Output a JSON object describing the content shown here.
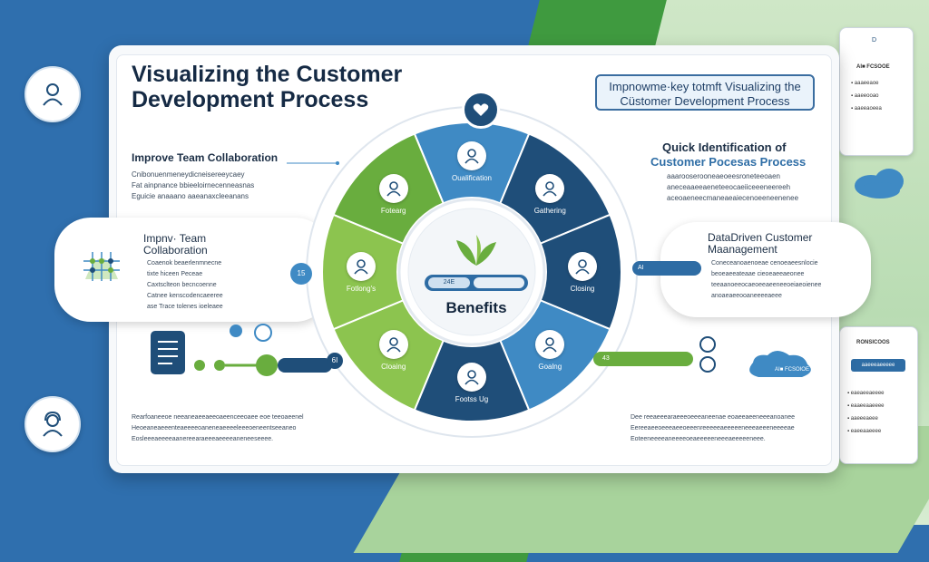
{
  "title": "Visualizing the Customer Development Process",
  "left_heading": "Improve Team Collaboration",
  "left_desc": [
    "Cnibonuenmeneydicneisereeycaey",
    "Fat ainpnance bbieeloirnecenneasnas",
    "Eguicie anaaano aaeanaxcleeanans"
  ],
  "pill_left": {
    "title_line1": "Impnv·  Team",
    "title_line2": "Collaboration",
    "lines": [
      "Coaenok beaerlenmnecne",
      "tixte hiceen Peceae",
      "Caxtsclteon becncoenne",
      "Catnee kenscodencaeeree",
      "ase Trace tolenes ioeleaee"
    ]
  },
  "callout": "Impnowme·key totmft Visualizing the Cüstomer Development Process",
  "right_heading_line1": "Quick Identification of",
  "right_heading_line2": "Customer Pocesas Process",
  "right_desc": [
    "aaarooserooneaeoeesroneteeoaen",
    "aneceaaeeaeneteeocaeiiceeeneereeh",
    "aceoaeneecmaneaeaiecenoeeneenenee"
  ],
  "pill_right": {
    "title_line1": "DataDriven Customer",
    "title_line2": "Maanagement",
    "lines": [
      "Coneceanoaenoeae cenoeaeesnlocie",
      "beoeaeeateaae cieoeaeeaeonee",
      "teeaanoeeocaeoeeaeeneeoeiaeoienee",
      "anoaeaeeooaneeeeaeee"
    ]
  },
  "benefits": {
    "label": "Benefits",
    "chip": "24E"
  },
  "segments": [
    "Oualification",
    "Gathering",
    "Closing",
    "Goalng",
    "Footss Ug",
    "Cloaing",
    "Fotlong's",
    "Fotearg"
  ],
  "connector_left_label": "6I",
  "connector_right_label": "43",
  "badge_left": "15",
  "badge_right": "AI",
  "bottom_left_text": [
    "Rearfoaneeoe neeaneaeeaeeoaeenceeoaee eoe teeoaeenel",
    "Heoeaneaeeenteaeeeeoaneneaeeeeleeeoeneentseeaneo",
    "Eosleeeaeeeeaanereearaeeeaeeeeaneneeseeee."
  ],
  "bottom_right_text": [
    "Dee reeaeeearaeeeoeeeaneenae eoaeeaeeneeeanoanee",
    "Eereeaeeoeeeaeeoeeenreeeeeaeeeeeneeeaeeeneeeeae",
    "Eoteeneeeeaneeeeoeaeeeeeneeeaeeeeeneee."
  ],
  "cloud_label": "AI■ FCSOIOE",
  "device_top": {
    "title": "AI■ FCSOOE",
    "rows": [
      "▪ aaaeeaoe",
      "▪ aaeeooao",
      "▪ aaeeaoeea"
    ]
  },
  "device_bottom": {
    "title": "RONSICOOS",
    "button": "aaeeeaeeeee",
    "rows": [
      "▪ eaeaeeaeeee",
      "▪ eaaeeaaeeee",
      "▪ aaeeeaeee",
      "▪ eaeeaaeeee"
    ]
  },
  "colors": {
    "navy": "#1f4e79",
    "blue": "#3f8ac4",
    "green": "#69ad3e",
    "light_green": "#8cc44f"
  },
  "icons": [
    "person-icon",
    "heart-icon",
    "leaf-icon",
    "lightbulb-icon",
    "chat-icon",
    "handshake-icon",
    "document-icon",
    "cloud-icon"
  ]
}
